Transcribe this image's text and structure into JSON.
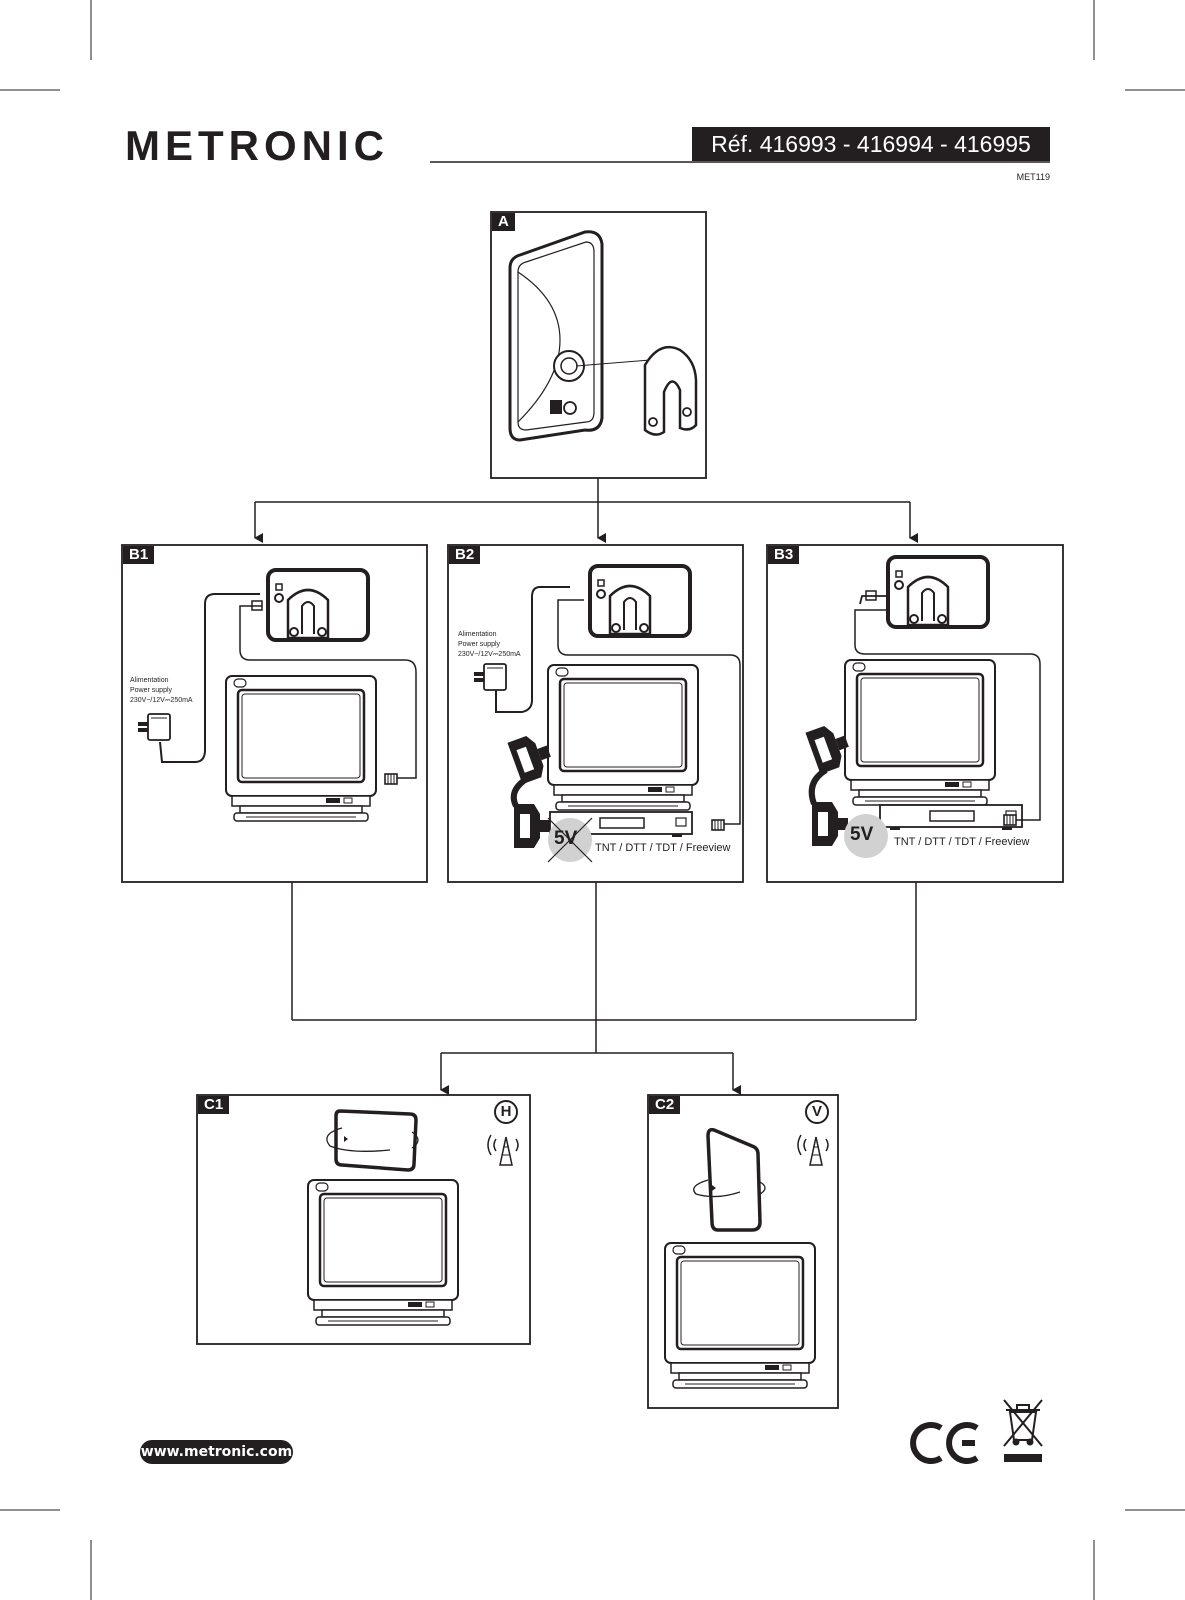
{
  "header": {
    "brand": "METRONIC",
    "reference": "Réf. 416993 - 416994 - 416995",
    "doc_code": "MET119"
  },
  "panels": {
    "a": {
      "label": "A"
    },
    "b1": {
      "label": "B1",
      "power_note": [
        "Alimentation",
        "Power supply",
        "230V~/12V⎓250mA"
      ]
    },
    "b2": {
      "label": "B2",
      "power_note": [
        "Alimentation",
        "Power supply",
        "230V~/12V⎓250mA"
      ],
      "voltage": "5V",
      "voltage_crossed": true,
      "standards": "TNT / DTT / TDT / Freeview"
    },
    "b3": {
      "label": "B3",
      "voltage": "5V",
      "voltage_crossed": false,
      "standards": "TNT / DTT / TDT / Freeview"
    },
    "c1": {
      "label": "C1",
      "polarization": "H"
    },
    "c2": {
      "label": "C2",
      "polarization": "V"
    }
  },
  "footer": {
    "url": "www.metronic.com",
    "icons": [
      "ce-mark-icon",
      "weee-bin-icon"
    ]
  },
  "colors": {
    "ink": "#231f20",
    "grey_badge": "#d1d1d1",
    "paper": "#ffffff"
  }
}
